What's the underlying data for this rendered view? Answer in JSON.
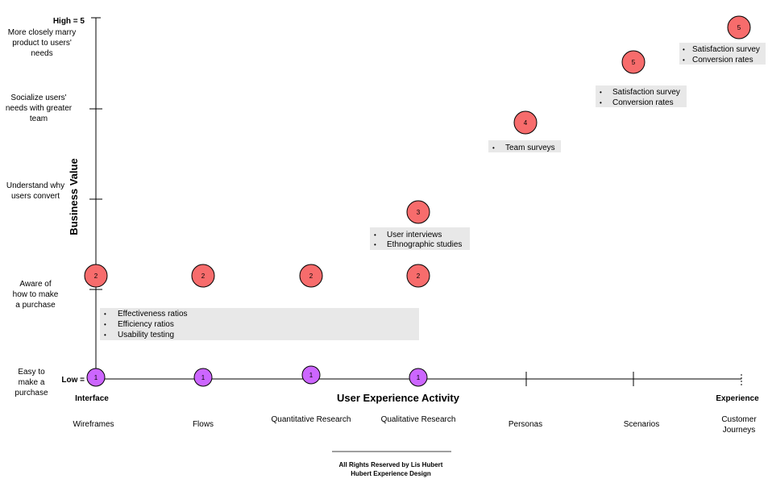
{
  "y_axis": {
    "title": "Business Value",
    "high_label": "High = 5",
    "low_label": "Low =",
    "levels": [
      {
        "value": 1,
        "label": "Easy to make a purchase"
      },
      {
        "value": 2,
        "label": "Aware of how to make a purchase"
      },
      {
        "value": 3,
        "label": "Understand why users convert"
      },
      {
        "value": 4,
        "label": "Socialize users' needs with greater team"
      },
      {
        "value": 5,
        "label": "More closely marry product to users' needs"
      }
    ]
  },
  "x_axis": {
    "title": "User Experience Activity",
    "left_label": "Interface",
    "right_label": "Experience",
    "categories": [
      "Wireframes",
      "Flows",
      "Quantitative Research",
      "Qualitative Research",
      "Personas",
      "Scenarios",
      "Customer Journeys"
    ]
  },
  "circles": [
    {
      "category_index": 0,
      "level": 1,
      "label": "1",
      "color": "#cc66ff"
    },
    {
      "category_index": 1,
      "level": 1,
      "label": "1",
      "color": "#cc66ff"
    },
    {
      "category_index": 2,
      "level": 1,
      "label": "1",
      "color": "#cc66ff"
    },
    {
      "category_index": 3,
      "level": 1,
      "label": "1",
      "color": "#cc66ff"
    },
    {
      "category_index": 0,
      "level": 2,
      "label": "2",
      "color": "#f76c6c"
    },
    {
      "category_index": 1,
      "level": 2,
      "label": "2",
      "color": "#f76c6c"
    },
    {
      "category_index": 2,
      "level": 2,
      "label": "2",
      "color": "#f76c6c"
    },
    {
      "category_index": 3,
      "level": 2,
      "label": "2",
      "color": "#f76c6c"
    },
    {
      "category_index": 3,
      "level": 3,
      "label": "3",
      "color": "#f76c6c"
    },
    {
      "category_index": 4,
      "level": 4,
      "label": "4",
      "color": "#f76c6c"
    },
    {
      "category_index": 5,
      "level": 5,
      "label": "5",
      "color": "#f76c6c"
    },
    {
      "category_index": 6,
      "level": 5,
      "label": "5",
      "color": "#f76c6c"
    }
  ],
  "note_boxes": [
    {
      "name": "metrics-level-2",
      "items": [
        "Effectiveness ratios",
        "Efficiency ratios",
        "Usability testing"
      ]
    },
    {
      "name": "metrics-level-3",
      "items": [
        "User interviews",
        "Ethnographic studies"
      ]
    },
    {
      "name": "metrics-level-4",
      "items": [
        "Team surveys"
      ]
    },
    {
      "name": "metrics-scenarios",
      "items": [
        "Satisfaction survey",
        "Conversion rates"
      ]
    },
    {
      "name": "metrics-journeys",
      "items": [
        "Satisfaction survey",
        "Conversion rates"
      ]
    }
  ],
  "footer": {
    "line1": "All Rights Reserved by Lis Hubert",
    "line2": "Hubert Experience Design"
  },
  "colors": {
    "red_circle": "#f76c6c",
    "purple_circle": "#cc66ff",
    "note_background": "#e8e8e8",
    "axis": "#000000"
  }
}
